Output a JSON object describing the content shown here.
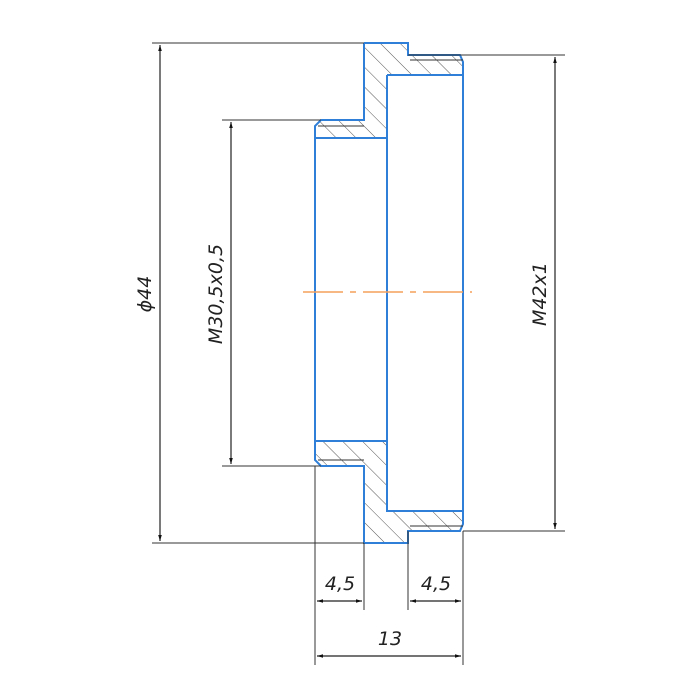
{
  "drawing": {
    "type": "technical cross-section",
    "colors": {
      "outline": "#2f7fd8",
      "dimension": "#222222",
      "centerline": "#f5a15a",
      "hatch": "#555555"
    },
    "dimensions": {
      "outer_diameter": "ϕ44",
      "inner_thread": "M30,5x0,5",
      "outer_thread": "M42x1",
      "left_width": "4,5",
      "right_width": "4,5",
      "total_width": "13"
    }
  }
}
